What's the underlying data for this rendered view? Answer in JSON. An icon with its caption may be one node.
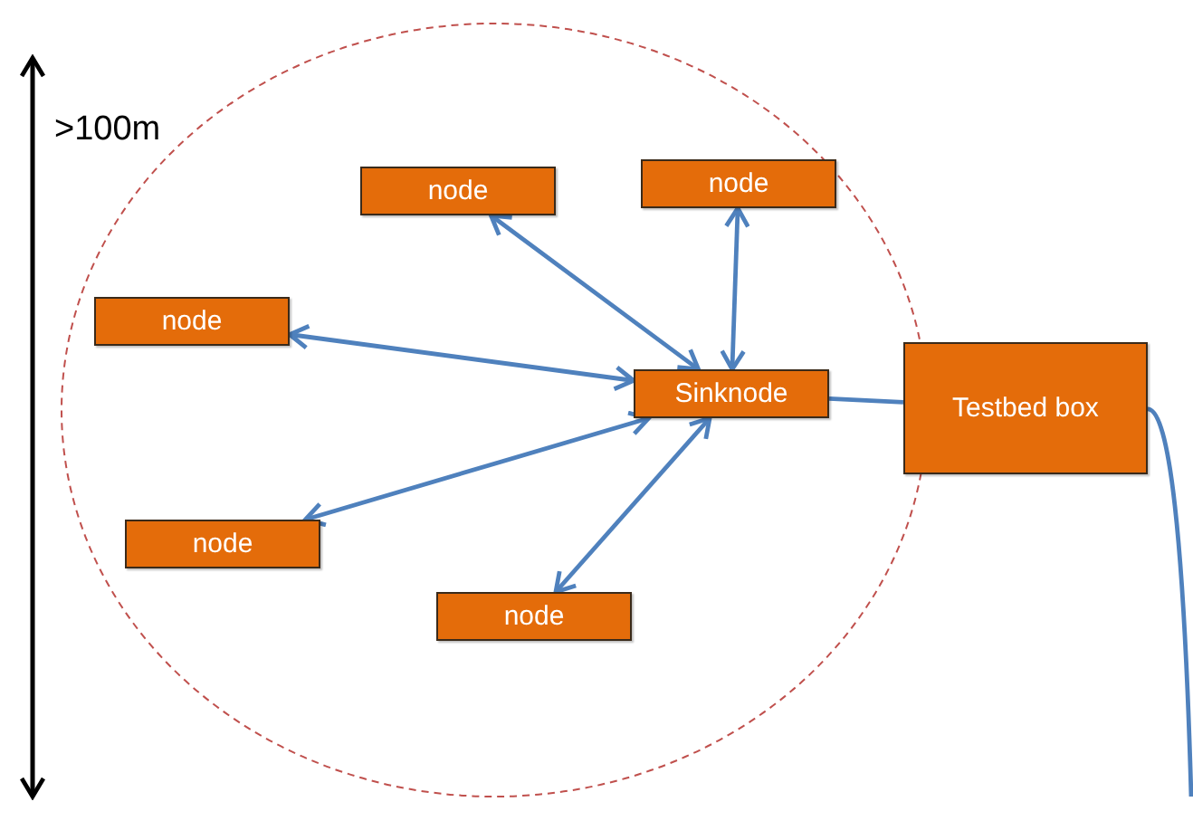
{
  "diagram": {
    "nodes": [
      {
        "text": [],
        "shape": "circle"
      },
      {
        "text": [
          "node"
        ],
        "in": 0
      },
      {
        "text": [
          "node"
        ],
        "in": 0
      },
      {
        "text": [
          "node"
        ],
        "in": 0
      },
      {
        "text": [
          "Sinknode"
        ],
        "in": 0
      },
      {
        "text": [
          "Testbed box"
        ]
      },
      {
        "text": [
          "node"
        ],
        "in": 0
      },
      {
        "text": [
          "node"
        ],
        "in": 0
      }
    ],
    "edges": [
      {
        "from": 1,
        "to": 4,
        "arrow": "both"
      },
      {
        "from": 2,
        "to": 4,
        "arrow": "both"
      },
      {
        "from": 3,
        "to": 4,
        "arrow": "both"
      },
      {
        "from": 6,
        "to": 4,
        "arrow": "both"
      },
      {
        "from": 7,
        "to": 4,
        "arrow": "both"
      },
      {
        "from": 4,
        "to": 5,
        "arrow": "none"
      },
      {
        "from": 5,
        "to": null,
        "arrow": "none"
      }
    ],
    "labels": [
      ">100m"
    ]
  }
}
